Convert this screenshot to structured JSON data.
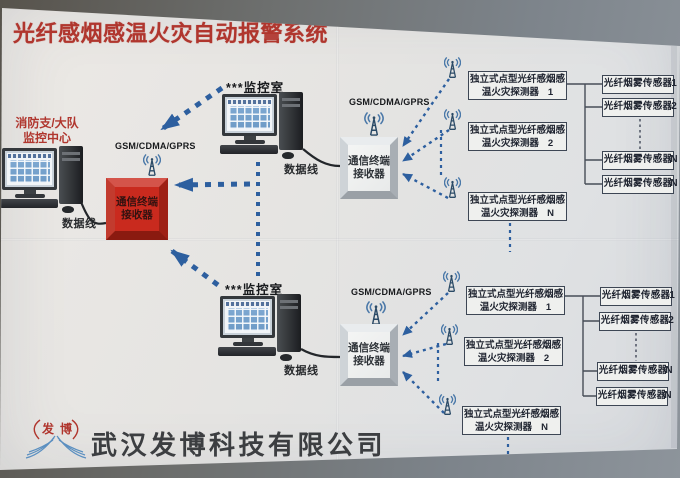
{
  "title": "光纤感烟感温火灾自动报警系统",
  "company": "武汉发博科技有限公司",
  "logo": {
    "char1": "发",
    "char2": "博"
  },
  "colors": {
    "title_red": "#b0362e",
    "box_red": "#c92a1e",
    "arrow_blue": "#2d5f9f",
    "poster_bg": "#e4e3e1"
  },
  "labels": {
    "fire_center_line1": "消防支/大队",
    "fire_center_line2": "监控中心",
    "monitor_room": "***监控室",
    "data_cable": "数据线",
    "gsm": "GSM/CDMA/GPRS"
  },
  "receiver": {
    "line1": "通信终端",
    "line2": "接收器"
  },
  "detector": {
    "line1": "独立式点型光纤感烟感",
    "line2": "温火灾探测器"
  },
  "sensor_label": "光纤烟雾传感器",
  "clusters": {
    "top": {
      "detector_nums": [
        "1",
        "2",
        "N"
      ],
      "sensor_nums": [
        "1",
        "2",
        "N",
        "N"
      ]
    },
    "bottom": {
      "detector_nums": [
        "1",
        "2",
        "N"
      ],
      "sensor_nums": [
        "1",
        "2",
        "N",
        "N"
      ]
    }
  }
}
